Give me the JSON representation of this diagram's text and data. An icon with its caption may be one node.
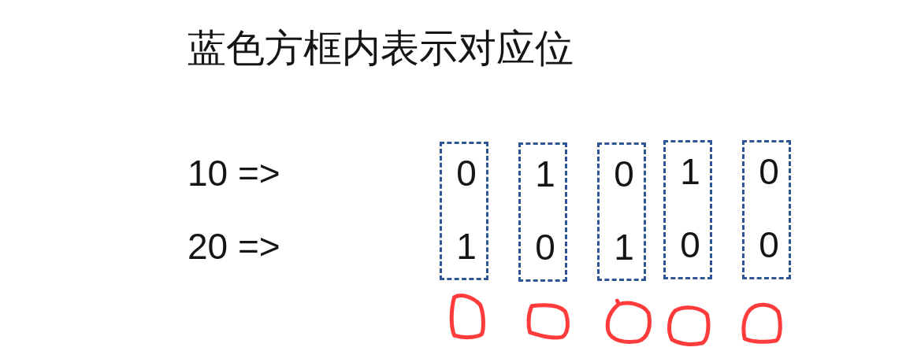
{
  "diagram": {
    "title": "蓝色方框内表示对应位",
    "nodes": [
      {
        "text": [
          "0",
          "1"
        ]
      },
      {
        "text": [
          "1",
          "0"
        ]
      },
      {
        "text": [
          "0",
          "1"
        ]
      },
      {
        "text": [
          "1",
          "0"
        ]
      },
      {
        "text": [
          "0",
          "0"
        ]
      },
      {
        "text": [],
        "shape": "circle"
      },
      {
        "text": [],
        "shape": "circle"
      },
      {
        "text": [],
        "shape": "circle"
      },
      {
        "text": [],
        "shape": "circle"
      },
      {
        "text": [],
        "shape": "circle"
      }
    ],
    "labels": [
      "10 =>",
      "20 =>"
    ]
  }
}
